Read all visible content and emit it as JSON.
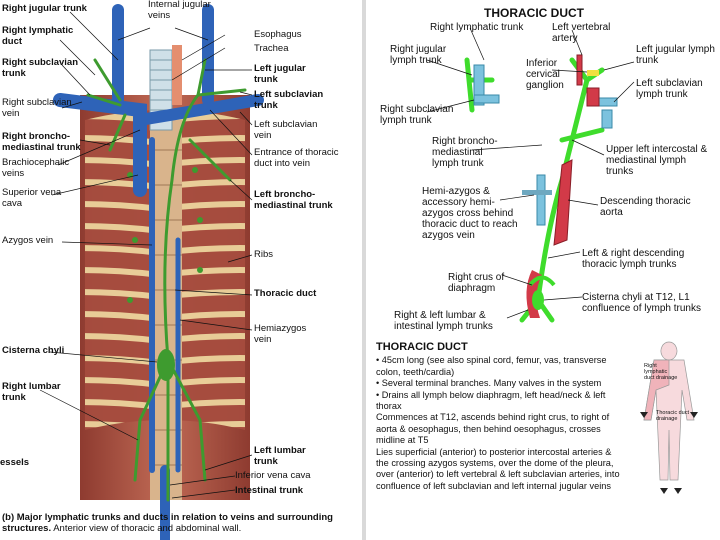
{
  "left_panel": {
    "labels_left": [
      {
        "id": "right-jugular-trunk",
        "text": "Right jugular trunk",
        "bold": true
      },
      {
        "id": "right-lymphatic-duct",
        "text": "Right lymphatic duct",
        "bold": true
      },
      {
        "id": "right-subclavian-trunk",
        "text": "Right subclavian trunk",
        "bold": true
      },
      {
        "id": "right-subclavian-vein",
        "text": "Right subclavian vein",
        "bold": false
      },
      {
        "id": "right-bronchomediastinal-trunk",
        "text": "Right broncho-mediastinal trunk",
        "bold": true
      },
      {
        "id": "brachiocephalic-veins",
        "text": "Brachiocephalic veins",
        "bold": false
      },
      {
        "id": "superior-vena-cava",
        "text": "Superior vena cava",
        "bold": false
      },
      {
        "id": "azygos-vein",
        "text": "Azygos vein",
        "bold": false
      },
      {
        "id": "cisterna-chyli",
        "text": "Cisterna chyli",
        "bold": true
      },
      {
        "id": "right-lumbar-trunk",
        "text": "Right lumbar trunk",
        "bold": true
      },
      {
        "id": "essels",
        "text": "essels",
        "bold": true
      }
    ],
    "labels_right": [
      {
        "id": "internal-jugular-veins",
        "text": "Internal jugular veins",
        "bold": false
      },
      {
        "id": "esophagus",
        "text": "Esophagus",
        "bold": false
      },
      {
        "id": "trachea",
        "text": "Trachea",
        "bold": false
      },
      {
        "id": "left-jugular-trunk",
        "text": "Left jugular trunk",
        "bold": true
      },
      {
        "id": "left-subclavian-trunk",
        "text": "Left subclavian trunk",
        "bold": true
      },
      {
        "id": "left-subclavian-vein",
        "text": "Left subclavian vein",
        "bold": false
      },
      {
        "id": "entrance-thoracic-duct",
        "text": "Entrance of thoracic duct into vein",
        "bold": false
      },
      {
        "id": "left-bronchomediastinal-trunk",
        "text": "Left broncho-mediastinal trunk",
        "bold": true
      },
      {
        "id": "ribs",
        "text": "Ribs",
        "bold": false
      },
      {
        "id": "thoracic-duct",
        "text": "Thoracic duct",
        "bold": true
      },
      {
        "id": "hemiazygos-vein",
        "text": "Hemiazygos vein",
        "bold": false
      },
      {
        "id": "left-lumbar-trunk",
        "text": "Left lumbar trunk",
        "bold": true
      },
      {
        "id": "inferior-vena-cava",
        "text": "Inferior vena cava",
        "bold": false
      },
      {
        "id": "intestinal-trunk",
        "text": "Intestinal trunk",
        "bold": true
      }
    ],
    "caption_prefix": "(b) Major lymphatic trunks and ducts in relation to veins and surrounding structures.",
    "caption_rest": " Anterior view of thoracic and abdominal wall."
  },
  "right_panel": {
    "title": "THORACIC DUCT",
    "labels": [
      {
        "id": "right-lymphatic-trunk",
        "text": "Right lymphatic trunk"
      },
      {
        "id": "left-vertebral-artery",
        "text": "Left vertebral artery"
      },
      {
        "id": "right-jugular-lymph-trunk",
        "text": "Right jugular lymph trunk"
      },
      {
        "id": "inferior-cervical-ganglion",
        "text": "Inferior cervical ganglion"
      },
      {
        "id": "left-jugular-lymph-trunk",
        "text": "Left jugular lymph trunk"
      },
      {
        "id": "left-subclavian-lymph-trunk",
        "text": "Left subclavian lymph trunk"
      },
      {
        "id": "right-subclavian-lymph-trunk",
        "text": "Right subclavian lymph trunk"
      },
      {
        "id": "right-bronchomediastinal-lymph-trunk",
        "text": "Right broncho-mediastinal lymph trunk"
      },
      {
        "id": "upper-left-intercostal",
        "text": "Upper left intercostal & mediastinal lymph trunks"
      },
      {
        "id": "hemiazygos-cross",
        "text": "Hemi-azygos & accessory hemi-azygos cross behind thoracic duct to reach azygos vein"
      },
      {
        "id": "descending-thoracic-aorta",
        "text": "Descending thoracic aorta"
      },
      {
        "id": "left-right-descending",
        "text": "Left & right descending thoracic lymph trunks"
      },
      {
        "id": "right-crus",
        "text": "Right crus of diaphragm"
      },
      {
        "id": "cisterna-chyli-t12",
        "text": "Cisterna chyli at T12, L1 confluence of lymph trunks"
      },
      {
        "id": "lumbar-intestinal",
        "text": "Right & left lumbar & intestinal lymph trunks"
      }
    ],
    "notes_title": "THORACIC DUCT",
    "notes": [
      "• 45cm long (see also spinal cord, femur, vas, transverse colon, teeth/cardia)",
      "• Several terminal branches. Many valves in the system",
      "• Drains all lymph below diaphragm, left head/neck & left thorax",
      "Commences at T12, ascends behind right crus, to right of aorta & oesophagus, then behind oesophagus, crosses midline at T5",
      "Lies superficial (anterior) to posterior intercostal arteries & the crossing azygos systems, over the dome of the pleura, over (anterior) to left vertebral & left subclavian arteries, into confluence of left subclavian and left internal jugular veins"
    ],
    "inset_labels": {
      "right_drainage": "Right lymphatic duct drainage",
      "thoracic_drainage": "Thoracic duct drainage"
    }
  },
  "colors": {
    "vein_blue": "#2e63b8",
    "lymph_green": "#3e9b2f",
    "muscle_red": "#b8584a",
    "rib_cream": "#e9c98f",
    "artery_red": "#c8323a",
    "bright_green": "#3fdc2c"
  }
}
